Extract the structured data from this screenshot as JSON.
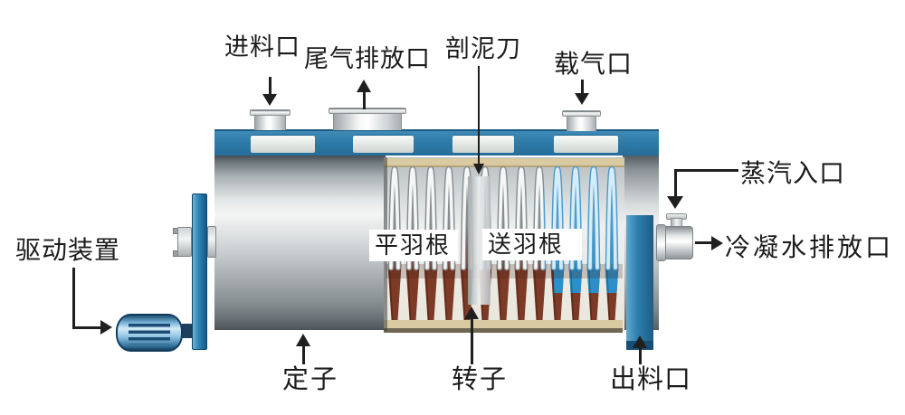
{
  "labels": {
    "feed_inlet": "进料口",
    "exhaust_gas_outlet": "尾气排放口",
    "mud_cutting_knife": "剖泥刀",
    "carrier_gas_port": "载气口",
    "steam_inlet": "蒸汽入口",
    "condensate_drain_outlet": "冷凝水排放口",
    "drive_unit": "驱动装置",
    "stator": "定子",
    "rotor": "转子",
    "discharge_outlet": "出料口",
    "flat_blade": "平羽根",
    "conveying_blade": "送羽根"
  },
  "colors": {
    "steel_blue_band": "#2e7cab",
    "steel_blue_dark": "#135a88",
    "motor_light_blue": "#8ec4e2",
    "rotor_brown": "#7c3a27",
    "paddle_blue": "#2e8fc8",
    "inner_wall_tan": "#d9caa1",
    "shell_gray": "#c8ccce",
    "arrow_black": "#1f1f1f",
    "background": "#ffffff",
    "text": "#1c1c1c"
  }
}
